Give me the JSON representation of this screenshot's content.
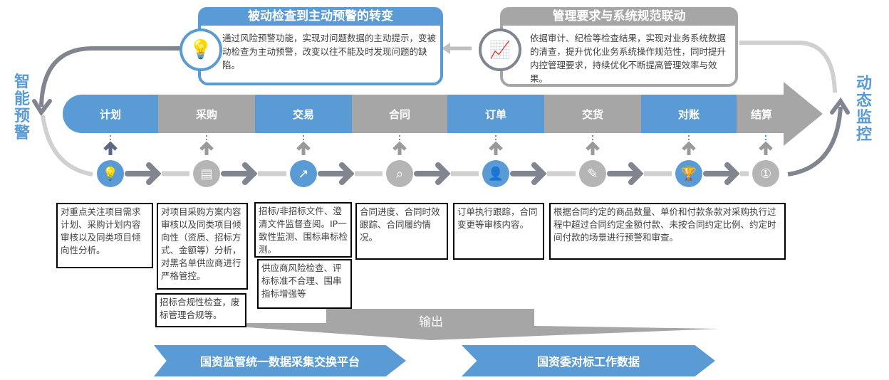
{
  "colors": {
    "blue": "#5b9bd5",
    "gray": "#a6a6a6",
    "dark_gray": "#808590",
    "light_gray": "#d0d0d0",
    "text": "#404040"
  },
  "top_cards": [
    {
      "title": "被动检查到主动预警的转变",
      "body": "通过风险预警功能，实现对问题数据的主动提示，变被动检查为主动预警，改变以往不能及时发现问题的缺陷。",
      "icon": "lightbulb-icon"
    },
    {
      "title": "管理要求与系统规范联动",
      "body": "依据审计、纪检等检查结果，实现对业务系统数据的清查，提升优化业务系统操作规范性，同时提升内控管理要求，持续优化不断提高管理效率与效果。",
      "icon": "trend-chart-icon"
    }
  ],
  "side_labels": {
    "left": "智能预警",
    "right": "动态监控"
  },
  "stages": [
    {
      "label": "计划",
      "color": "blue",
      "icon": "lightbulb-icon"
    },
    {
      "label": "采购",
      "color": "gray",
      "icon": "document-icon"
    },
    {
      "label": "交易",
      "color": "blue",
      "icon": "trend-chart-icon"
    },
    {
      "label": "合同",
      "color": "gray",
      "icon": "magnifier-icon"
    },
    {
      "label": "订单",
      "color": "blue",
      "icon": "add-user-icon"
    },
    {
      "label": "交货",
      "color": "gray",
      "icon": "pencil-icon"
    },
    {
      "label": "对账",
      "color": "blue",
      "icon": "trophy-icon"
    },
    {
      "label": "结算",
      "color": "gray",
      "icon": "medal-icon"
    }
  ],
  "notes": {
    "plan": "对重点关注项目需求计划、采购计划内容审核以及同类项目倾向性分析。",
    "purchase": "对项目采购方案内容审核以及同类项目倾向性（资质、招标方式、金额等）分析，对黑名单供应商进行严格管控。",
    "purchase_extra": "招标合规性检查，废标管理合规等。",
    "trade": "招标/非招标文件、澄清文件监督查阅。IP一致性监测、围标串标检测。",
    "trade_extra": "供应商风险检查、评标标准不合理、围串指标增强等",
    "contract": "合同进度、合同时效跟踪、合同履约情况。",
    "order": "订单执行跟踪，合同变更等审核内容。",
    "settlement": "根据合同约定的商品数量、单价和付款条款对采购执行过程中超过合同约定金额付款、未按合同约定比例、约定时间付款的场景进行预警和审查。"
  },
  "output_label": "输出",
  "banners": [
    "国资监管统一数据采集交换平台",
    "国资委对标工作数据"
  ]
}
